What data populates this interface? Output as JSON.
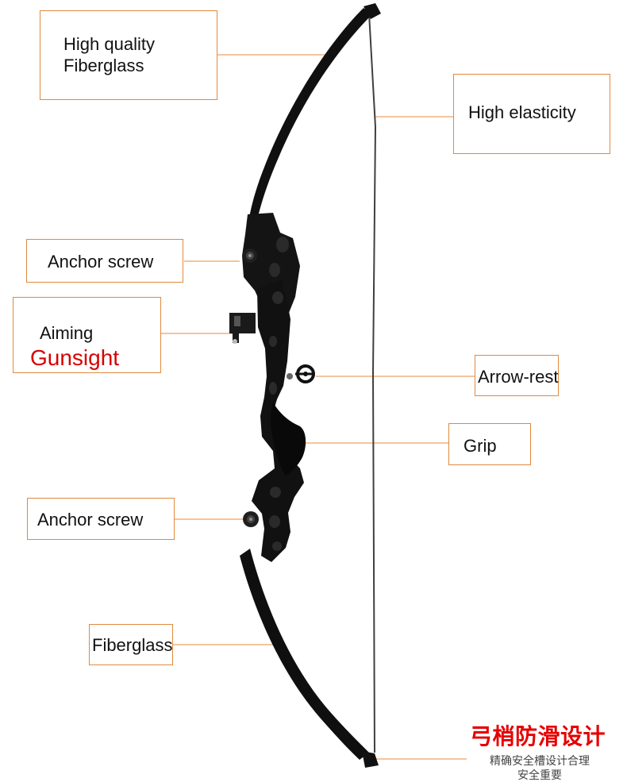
{
  "callouts": {
    "high_quality_fiberglass": [
      "High quality",
      "Fiberglass"
    ],
    "high_elasticity": "High elasticity",
    "anchor_screw_top": "Anchor screw",
    "aiming": "Aiming",
    "gunsight": "Gunsight",
    "arrow_rest": "Arrow-rest",
    "grip": "Grip",
    "anchor_screw_bottom": "Anchor screw",
    "fiberglass": "Fiberglass"
  },
  "badge": {
    "title": "弓梢防滑设计",
    "line1": "精确安全槽设计合理",
    "line2": "安全重要"
  },
  "colors": {
    "callout_border": "#e08a3e",
    "leader_line": "#f0a060",
    "bow_body": "#111111",
    "string": "#4a4a4a",
    "badge_red": "#e60000",
    "gunsight_red": "#d70000"
  }
}
